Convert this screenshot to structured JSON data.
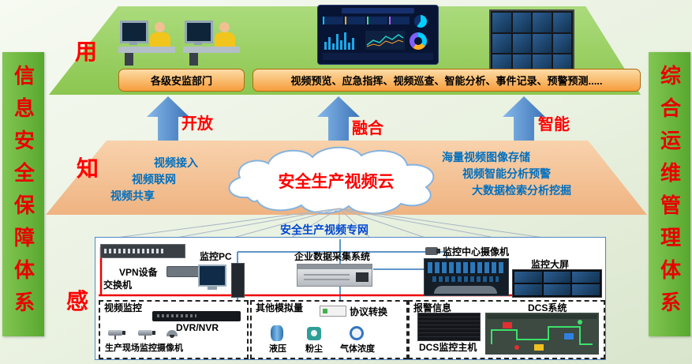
{
  "banners": {
    "left": "信息安全保障体系",
    "right": "综合运维管理体系"
  },
  "use_layer": {
    "tag": "用",
    "dept_box": "各级安监部门",
    "functions_box": "视频预览、应急指挥、视频巡查、智能分析、事件记录、预警预测....."
  },
  "arrows": {
    "a1": "开放",
    "a2": "融合",
    "a3": "智能"
  },
  "know_layer": {
    "tag": "知",
    "cloud_title": "安全生产视频云",
    "left_items": [
      "视频接入",
      "视频联网",
      "视频共享"
    ],
    "right_items": [
      "海量视频图像存储",
      "视频智能分析预警",
      "大数据检索分析挖掘"
    ]
  },
  "network_label": "安全生产视频专网",
  "sense_layer": {
    "tag": "感",
    "devices": {
      "switch": "交换机",
      "vpn": "VPN设备",
      "pc": "监控PC",
      "collector": "企业数据采集系统",
      "center_camera": "监控中心摄像机",
      "big_screen": "监控大屏"
    },
    "groups": {
      "video": {
        "title": "视频监控",
        "dvr": "DVR/NVR",
        "cameras": "生产现场监控摄像机"
      },
      "analog": {
        "title": "其他模拟量",
        "converter": "协议转换",
        "sensors": [
          "液压",
          "粉尘",
          "气体浓度"
        ]
      },
      "alarm": {
        "title": "报警信息",
        "dcs_system": "DCS系统",
        "dcs_host": "DCS监控主机"
      }
    }
  },
  "colors": {
    "banner_green": "#6cbe45",
    "platform_green": "#93ce5c",
    "layer_peach": "#f5c398",
    "box_orange": "#f9a13a",
    "arrow_blue": "#4f86c6",
    "red_accent": "#ff0000",
    "blue_text": "#0070c0"
  }
}
